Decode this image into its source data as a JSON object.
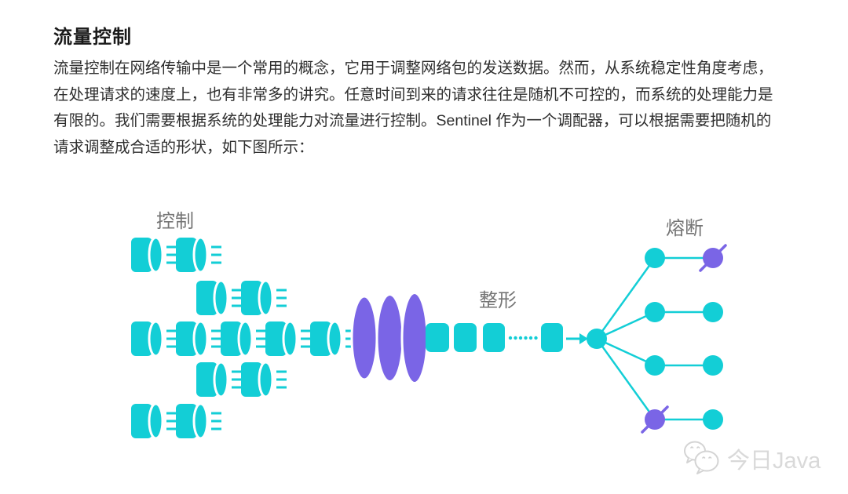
{
  "article": {
    "title": "流量控制",
    "paragraph_lines": [
      "流量控制在网络传输中是一个常用的概念，它用于调整网络包的发送数据。然而，从系统稳定性角度考虑，",
      "在处理请求的速度上，也有非常多的讲究。任意时间到来的请求往往是随机不可控的，而系统的处理能力是",
      "有限的。我们需要根据系统的处理能力对流量进行控制。Sentinel 作为一个调配器，可以根据需要把随机的",
      "请求调整成合适的形状，如下图所示："
    ]
  },
  "diagram": {
    "stage_labels": [
      {
        "id": "control",
        "label": "控制"
      },
      {
        "id": "shaping",
        "label": "整形"
      },
      {
        "id": "circuit-breaking",
        "label": "熔断"
      }
    ],
    "incoming_traffic_rows": [
      {
        "packets": 2,
        "indented": false
      },
      {
        "packets": 2,
        "indented": true
      },
      {
        "packets": 5,
        "indented": false
      },
      {
        "packets": 2,
        "indented": true
      },
      {
        "packets": 2,
        "indented": false
      }
    ],
    "funnel": {
      "coils": 3
    },
    "shaped_queue": {
      "packets_before_gap": 3,
      "gap_dots": 6,
      "packets_after_gap": 1
    },
    "dispatcher": {
      "branches": [
        {
          "start": "ok",
          "end": "broken"
        },
        {
          "start": "ok",
          "end": "ok"
        },
        {
          "start": "ok",
          "end": "ok"
        },
        {
          "start": "broken",
          "end": "ok"
        }
      ]
    }
  },
  "watermark": {
    "text": "今日Java",
    "icon": "wechat-logo-icon"
  },
  "colors": {
    "teal": "#13CED6",
    "purple": "#7A65E6",
    "label-grey": "#757575",
    "title-color": "#1A1A1A",
    "body-color": "#2E2E2E",
    "watermark-grey": "#D9D9D9"
  }
}
